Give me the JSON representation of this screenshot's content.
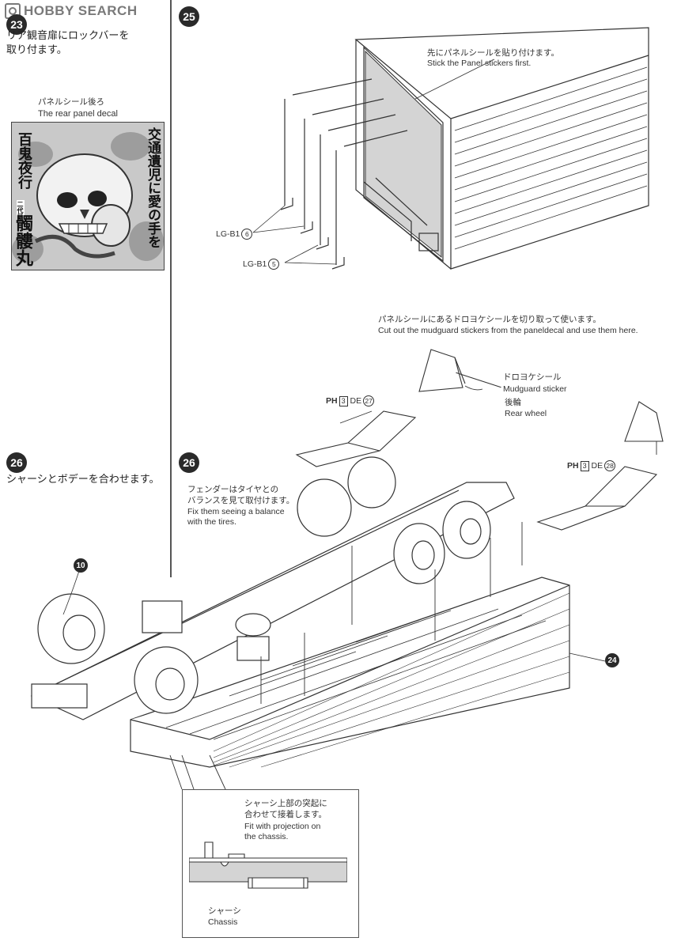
{
  "watermark": {
    "text": "HOBBY SEARCH"
  },
  "steps": {
    "s23": {
      "badge": "23",
      "instruction": "リア観音扉にロックバーを取り付ます。",
      "instruction_line1": "リア観音扉にロックバーを",
      "instruction_line2": "取り付ます。",
      "decal_label_jp": "パネルシール後ろ",
      "decal_label_en": "The rear panel decal",
      "decal_art": {
        "text_a": "交通遺児に愛の手を",
        "text_b": "百鬼夜行",
        "text_c": "髑髏丸",
        "text_d": "二代目"
      }
    },
    "s25": {
      "badge": "25",
      "note_jp": "先にパネルシールを貼り付けます。",
      "note_en": "Stick the Panel stickers first.",
      "part_a_code": "LG-B1",
      "part_a_num": "6",
      "part_b_code": "LG-B1",
      "part_b_num": "5"
    },
    "s26_left": {
      "badge": "26",
      "instruction": "シャーシとボデーを合わせます。"
    },
    "s26_right": {
      "badge": "26",
      "fender_note_jp_line1": "フェンダーはタイヤとの",
      "fender_note_jp_line2": "バランスを見て取付けます。",
      "fender_note_en_line1": "Fix them seeing a balance",
      "fender_note_en_line2": "with the tires.",
      "cut_note_jp": "パネルシールにあるドロヨケシールを切り取って使います。",
      "cut_note_en": "Cut out the mudguard stickers from the paneldecal and use them here.",
      "mudguard_jp": "ドロヨケシール",
      "mudguard_en": "Mudguard sticker",
      "rear_wheel_jp": "後輪",
      "rear_wheel_en": "Rear wheel",
      "part1_runner": "PH",
      "part1_runner_num": "3",
      "part1_code": "DE",
      "part1_num": "27",
      "part2_runner": "PH",
      "part2_runner_num": "3",
      "part2_code": "DE",
      "part2_num": "28",
      "ref_10": "10",
      "ref_24": "24",
      "inset_jp_line1": "シャーシ上部の突起に",
      "inset_jp_line2": "合わせて接着します。",
      "inset_en_line1": "Fit with projection on",
      "inset_en_line2": "the chassis.",
      "chassis_jp": "シャーシ",
      "chassis_en": "Chassis"
    }
  },
  "colors": {
    "badge_bg": "#2a2a2a",
    "line": "#333333",
    "panel_fill": "#d4d4d4",
    "decal_bg": "#cfcfcf"
  }
}
